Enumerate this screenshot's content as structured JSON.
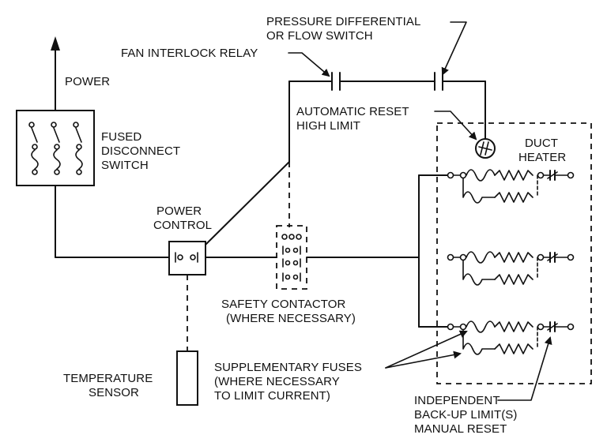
{
  "labels": {
    "power": "POWER",
    "fused_disconnect": [
      "FUSED",
      "DISCONNECT",
      "SWITCH"
    ],
    "fan_interlock_relay": "FAN INTERLOCK RELAY",
    "pressure_switch": [
      "PRESSURE DIFFERENTIAL",
      "OR FLOW SWITCH"
    ],
    "auto_reset": [
      "AUTOMATIC RESET",
      "HIGH LIMIT"
    ],
    "duct_heater": [
      "DUCT",
      "HEATER"
    ],
    "power_control": [
      "POWER",
      "CONTROL"
    ],
    "safety_contactor": [
      "SAFETY CONTACTOR",
      "(WHERE NECESSARY)"
    ],
    "temperature_sensor": [
      "TEMPERATURE",
      "SENSOR"
    ],
    "supplementary_fuses": [
      "SUPPLEMENTARY FUSES",
      "(WHERE NECESSARY",
      "TO LIMIT CURRENT)"
    ],
    "backup_limit": [
      "INDEPENDENT",
      "BACK-UP LIMIT(S)",
      "MANUAL RESET"
    ]
  }
}
